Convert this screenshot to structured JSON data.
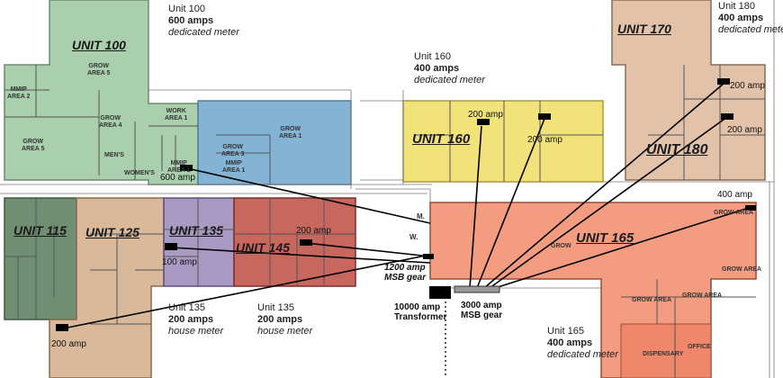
{
  "units": {
    "u100": {
      "label": "UNIT 100",
      "color": "#a9cfac"
    },
    "u115": {
      "label": "UNIT 115",
      "color": "#6f8e72"
    },
    "u125": {
      "label": "UNIT 125",
      "color": "#d9b99a"
    },
    "u135": {
      "label": "UNIT 135",
      "color": "#a99ac4"
    },
    "u145": {
      "label": "UNIT 145",
      "color": "#c7675e"
    },
    "u160": {
      "label": "UNIT 160",
      "color": "#f1e27a"
    },
    "u165": {
      "label": "UNIT 165",
      "color": "#f39c80"
    },
    "u170": {
      "label": "UNIT 170",
      "color": "#e3c2aa"
    },
    "u180": {
      "label": "UNIT 180",
      "color": "#e3c2aa"
    },
    "grow1": {
      "color": "#83b4d6"
    },
    "dispensary": {
      "color": "#f0866a"
    }
  },
  "service_notes": {
    "u100": {
      "unit": "Unit 100",
      "amps": "600 amps",
      "meter": "dedicated meter"
    },
    "u160": {
      "unit": "Unit 160",
      "amps": "400 amps",
      "meter": "dedicated  meter"
    },
    "u180": {
      "unit": "Unit 180",
      "amps": "400 amps",
      "meter": "dedicated meter"
    },
    "u135a": {
      "unit": "Unit 135",
      "amps": "200 amps",
      "meter": "house meter"
    },
    "u135b": {
      "unit": "Unit 135",
      "amps": "200 amps",
      "meter": "house meter"
    },
    "u165": {
      "unit": "Unit 165",
      "amps": "400 amps",
      "meter": "dedicated meter"
    }
  },
  "rooms": {
    "grow_area_5_top": "GROW\nAREA 5",
    "mmip_area_2": "MMIP\nAREA 2",
    "grow_area_4": "GROW\nAREA 4",
    "grow_area_5_left": "GROW\nAREA 5",
    "work_area_1": "WORK\nAREA 1",
    "mmip_area_1": "MMIP\nAREA 1",
    "grow_area_3": "GROW\nAREA 3",
    "grow_area_1": "GROW\nAREA 1",
    "mens": "MEN'S",
    "womens": "WOMEN'S",
    "grow_165": "GROW",
    "grow_area_r1": "GROW AREA",
    "grow_area_r2": "GROW AREA",
    "grow_area_r3": "GROW AREA",
    "grow_area_r4": "GROW AREA",
    "dispensary": "DISPENSARY",
    "office": "OFFICE"
  },
  "amp_labels": {
    "a600": "600 amp",
    "a200_160": "200 amp",
    "a200_160b": "200 amp",
    "a200_180a": "200 amp",
    "a200_180b": "200 amp",
    "a400": "400 amp",
    "a200_145": "200 amp",
    "a100": "100 amp",
    "a200_115": "200 amp"
  },
  "gear": {
    "msb1200": "1200 amp\nMSB gear",
    "transformer": "10000 amp\nTransformer",
    "msb3000": "3000 amp\nMSB gear"
  },
  "legend_marks": {
    "m": "M.",
    "w": "W."
  }
}
